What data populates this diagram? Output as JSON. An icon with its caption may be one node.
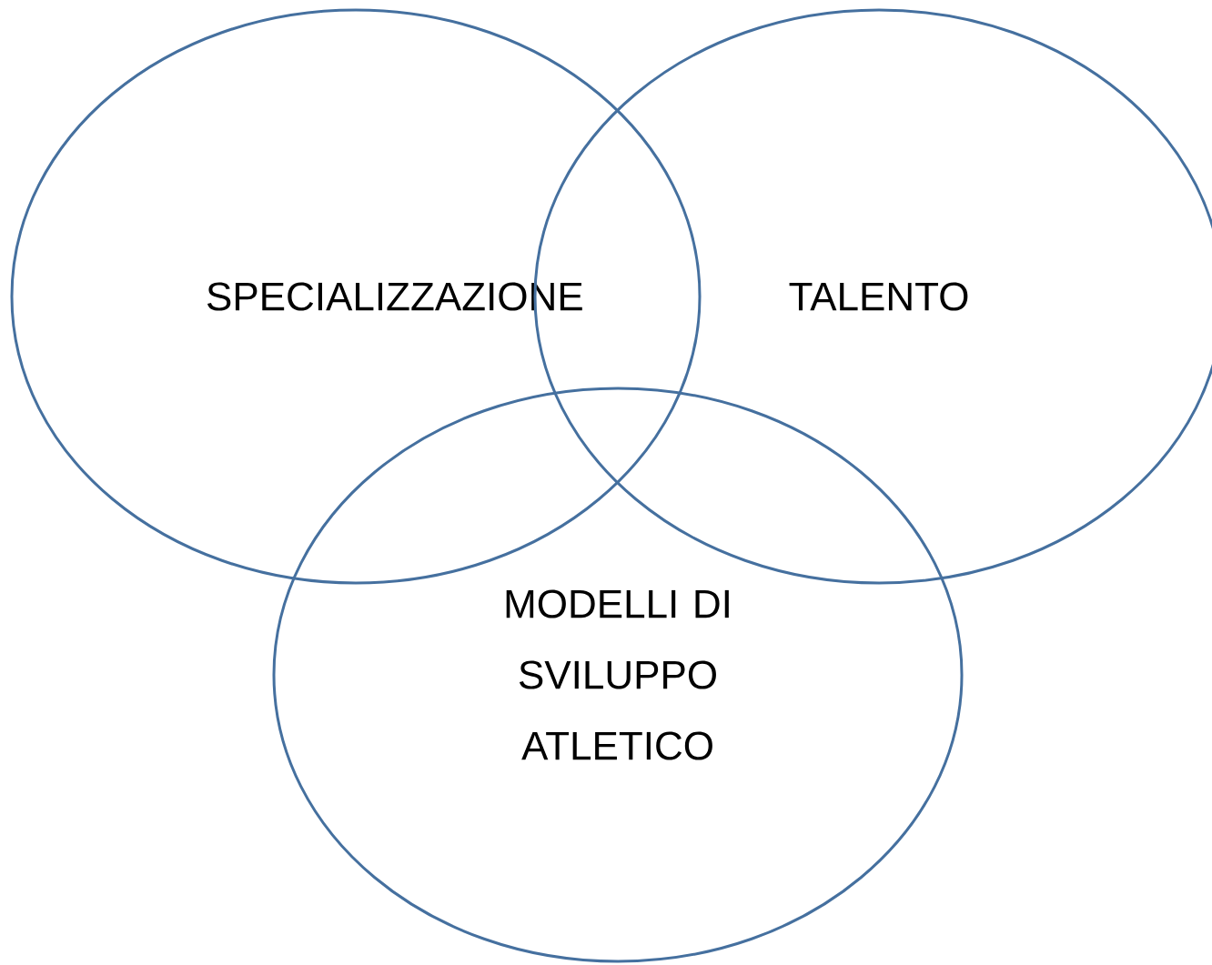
{
  "diagram": {
    "nodes": [
      {
        "text": [
          "SPECIALIZZAZIONE"
        ]
      },
      {
        "text": [
          "TALENTO"
        ]
      },
      {
        "text": [
          "MODELLI DI SVILUPPO ATLETICO"
        ]
      }
    ]
  }
}
